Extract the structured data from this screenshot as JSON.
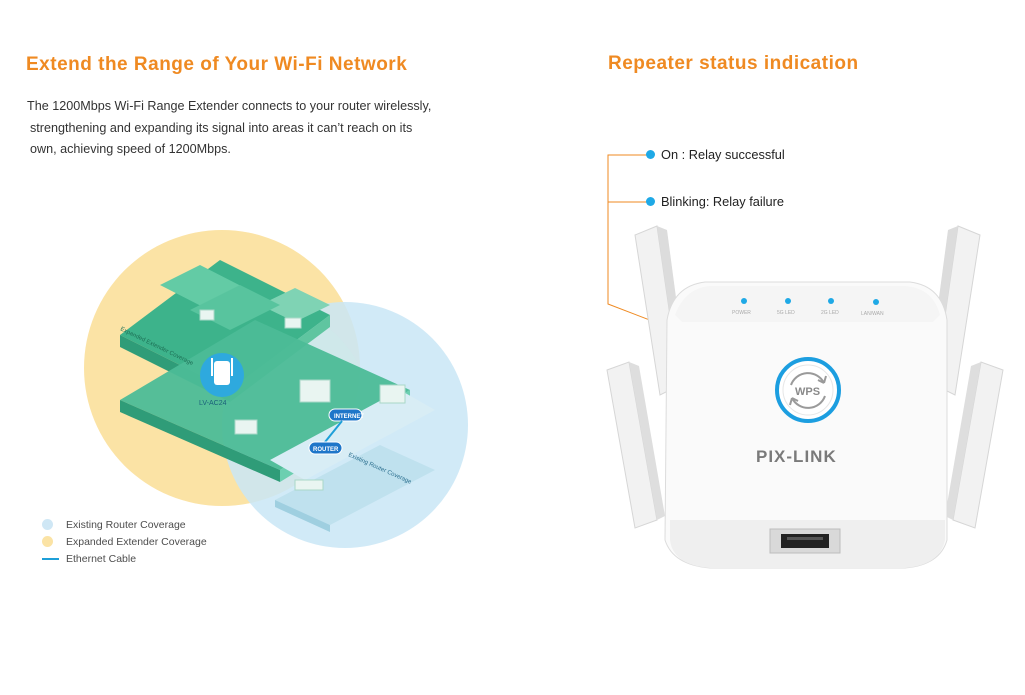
{
  "colors": {
    "title": "#ef8a22",
    "router_coverage": "#cfe7f5",
    "extender_coverage": "#fbe3a5",
    "cable": "#1e9fd8",
    "led": "#1fa9e6",
    "wps_ring": "#1c9ee0",
    "annotation_line": "#ef8a22"
  },
  "left": {
    "title": "Extend the Range of Your Wi-Fi Network",
    "description": {
      "line1": "The 1200Mbps Wi-Fi Range Extender connects to your router wirelessly,",
      "line2": "strengthening and expanding its signal into areas it can’t reach on its",
      "line3": "own, achieving speed of 1200Mbps."
    },
    "diagram": {
      "extender_label": "LV-AC24",
      "internet_label": "INTERNET",
      "router_label": "ROUTER",
      "extender_coverage_label": "Expanded Extender Coverage",
      "router_coverage_label": "Existing Router Coverage"
    },
    "legend": {
      "router": "Existing Router Coverage",
      "extender": "Expanded Extender Coverage",
      "cable": "Ethernet Cable"
    }
  },
  "right": {
    "title": "Repeater status indication",
    "status_on": "On : Relay successful",
    "status_blink": "Blinking: Relay  failure",
    "device": {
      "brand": "PIX-LINK",
      "wps_label": "WPS",
      "led_labels": [
        "POWER",
        "5G LED",
        "2G LED",
        "LAN/WAN"
      ]
    }
  }
}
